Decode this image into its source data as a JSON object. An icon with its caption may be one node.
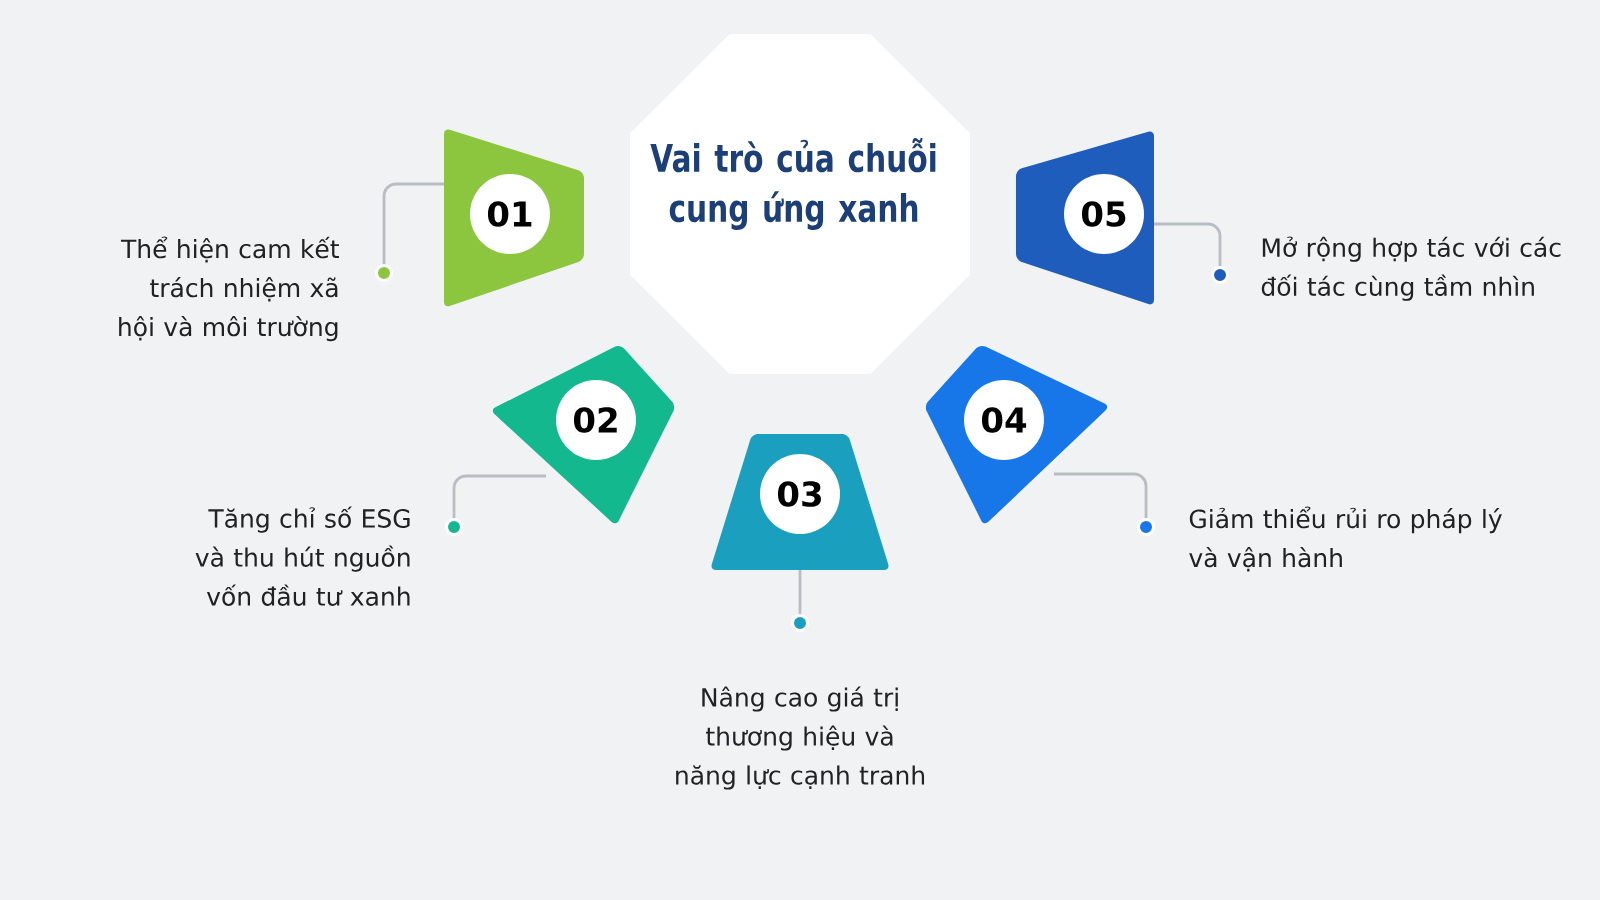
{
  "diagram": {
    "nodes": [
      {
        "text": [
          "Vai trò của chuỗi cung ứng xanh"
        ]
      },
      {
        "text": [
          "01"
        ]
      },
      {
        "text": [
          "02"
        ]
      },
      {
        "text": [
          "03"
        ]
      },
      {
        "text": [
          "04"
        ]
      },
      {
        "text": [
          "05"
        ]
      },
      {
        "text": [
          "Thể hiện cam kết trách nhiệm xã hội và môi trường"
        ]
      },
      {
        "text": [
          "Tăng chỉ số ESG và thu hút nguồn vốn đầu tư xanh"
        ]
      },
      {
        "text": [
          "Nâng cao giá trị thương hiệu và năng lực cạnh tranh"
        ]
      },
      {
        "text": [
          "Giảm thiểu rủi ro pháp lý và vận hành"
        ]
      },
      {
        "text": [
          "Mở rộng hợp tác với các đối tác cùng tầm nhìn"
        ]
      }
    ],
    "edges": [
      {
        "from": 1,
        "to": 6,
        "arrow": "other"
      },
      {
        "from": 2,
        "to": 7,
        "arrow": "other"
      },
      {
        "from": 3,
        "to": 8,
        "arrow": "other"
      },
      {
        "from": 4,
        "to": 9,
        "arrow": "other"
      },
      {
        "from": 5,
        "to": 10,
        "arrow": "other"
      }
    ]
  }
}
